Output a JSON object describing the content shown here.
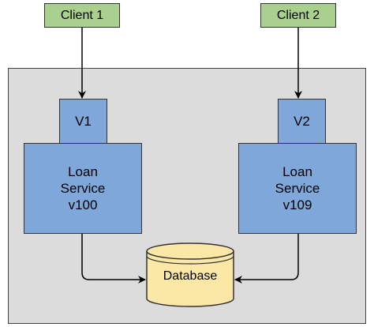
{
  "clients": [
    {
      "label": "Client 1"
    },
    {
      "label": "Client 2"
    }
  ],
  "versions": [
    {
      "label": "V1"
    },
    {
      "label": "V2"
    }
  ],
  "services": [
    {
      "line1": "Loan",
      "line2": "Service",
      "line3": "v100"
    },
    {
      "line1": "Loan",
      "line2": "Service",
      "line3": "v109"
    }
  ],
  "database": {
    "label": "Database"
  },
  "colors": {
    "client_fill": "#a9d08e",
    "service_fill": "#7fa7d9",
    "database_fill": "#fbe8a6",
    "container_fill": "#dcdcdc"
  }
}
